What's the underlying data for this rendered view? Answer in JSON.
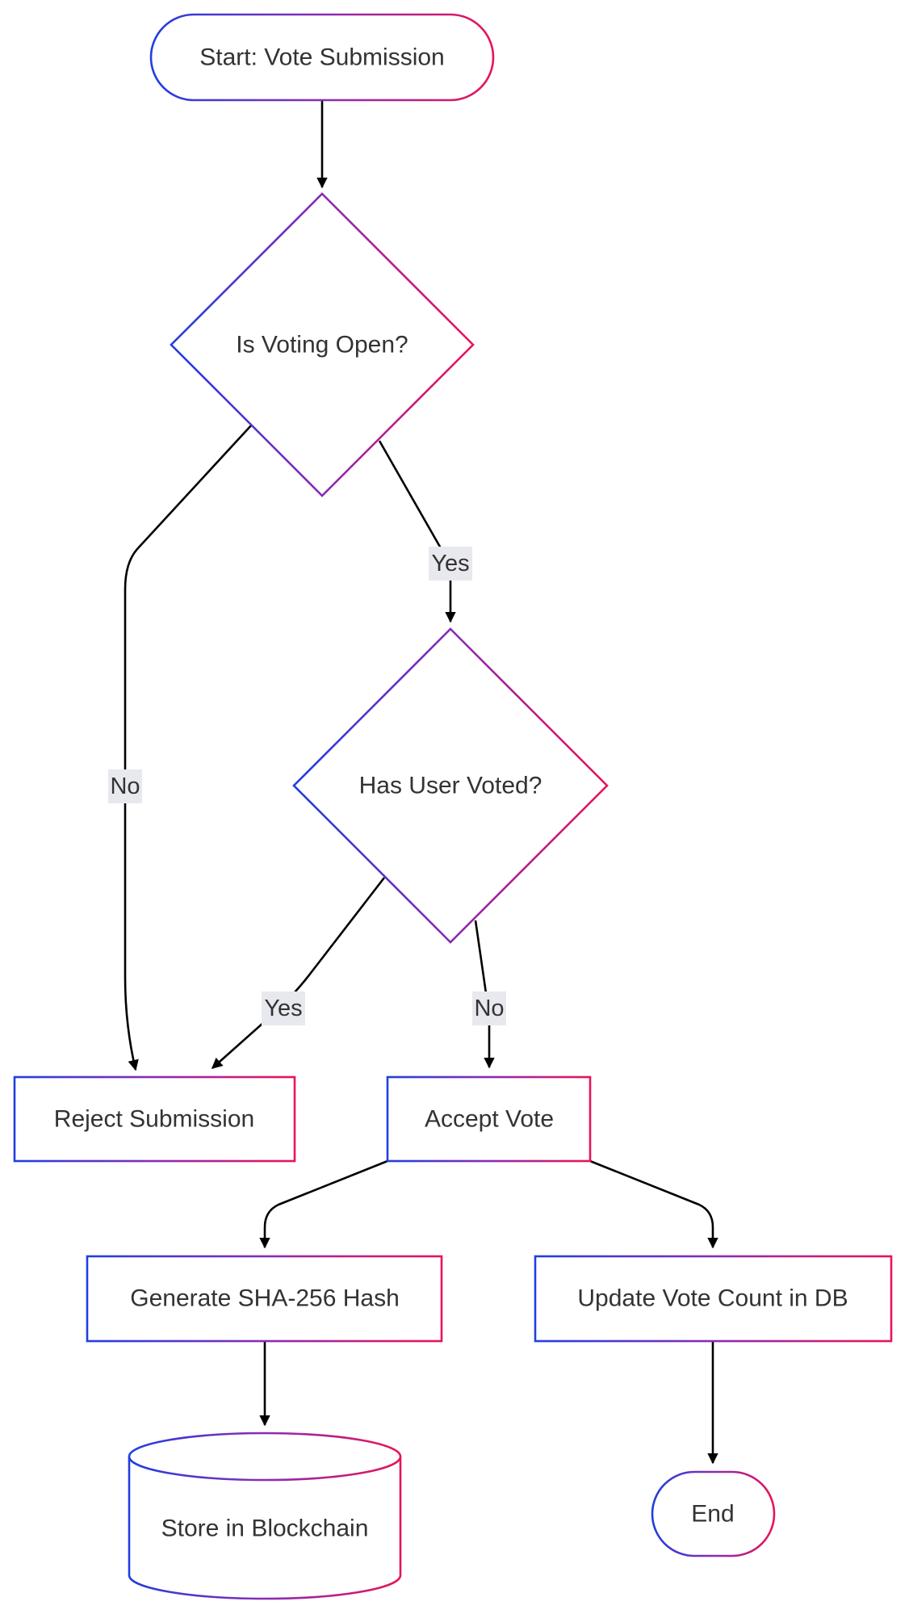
{
  "colors": {
    "node_stroke_start": "#1f3fe0",
    "node_stroke_mid": "#8a2bb5",
    "node_stroke_end": "#e8145a",
    "edge": "#000000",
    "edge_label_bg": "#e8e8ef",
    "text": "#333333"
  },
  "nodes": {
    "start": "Start: Vote Submission",
    "voting_open": "Is Voting Open?",
    "user_voted": "Has User Voted?",
    "reject": "Reject Submission",
    "accept": "Accept Vote",
    "hash": "Generate SHA-256 Hash",
    "update": "Update Vote Count in DB",
    "store": "Store in Blockchain",
    "end": "End"
  },
  "edges": {
    "open_yes": "Yes",
    "open_no": "No",
    "voted_yes": "Yes",
    "voted_no": "No"
  }
}
